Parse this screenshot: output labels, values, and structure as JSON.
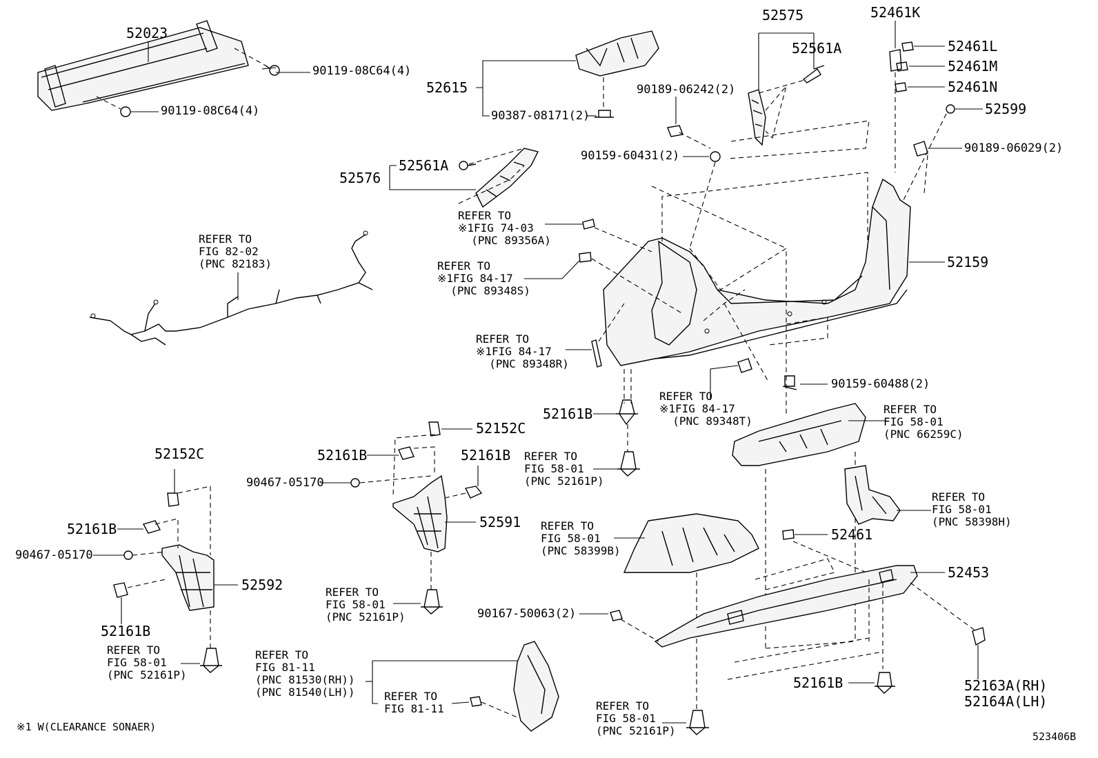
{
  "parts": {
    "p52023": "52023",
    "p90119_a": "90119-08C64(4)",
    "p90119_b": "90119-08C64(4)",
    "p52615": "52615",
    "p90387": "90387-08171(2)",
    "p52575": "52575",
    "p52561A_top": "52561A",
    "p90189_06242": "90189-06242(2)",
    "p90159_60431": "90159-60431(2)",
    "p52461K": "52461K",
    "p52461L": "52461L",
    "p52461M": "52461M",
    "p52461N": "52461N",
    "p52599": "52599",
    "p90189_06029": "90189-06029(2)",
    "p52561A_mid": "52561A",
    "p52576": "52576",
    "p52159": "52159",
    "p90159_60488": "90159-60488(2)",
    "p52161B_center": "52161B",
    "p52152C_mid": "52152C",
    "p52161B_mid": "52161B",
    "p52161B_mid2": "52161B",
    "p90467_mid": "90467-05170",
    "p52591": "52591",
    "p52152C_left": "52152C",
    "p52161B_left": "52161B",
    "p90467_left": "90467-05170",
    "p52592": "52592",
    "p52161B_left2": "52161B",
    "p52461": "52461",
    "p52453": "52453",
    "p90167": "90167-50063(2)",
    "p52161B_bottom": "52161B",
    "p52163A": "52163A(RH)",
    "p52164A": "52164A(LH)"
  },
  "references": {
    "r_82183": "REFER TO\nFIG 82-02\n(PNC 82183)",
    "r_89356A": "REFER TO\n※1FIG 74-03\n  (PNC 89356A)",
    "r_89348S": "REFER TO\n※1FIG 84-17\n  (PNC 89348S)",
    "r_89348R": "REFER TO\n※1FIG 84-17\n  (PNC 89348R)",
    "r_89348T": "REFER TO\n※1FIG 84-17\n  (PNC 89348T)",
    "r_66259C": "REFER TO\nFIG 58-01\n(PNC 66259C)",
    "r_52161P_center": "REFER TO\nFIG 58-01\n(PNC 52161P)",
    "r_58398H": "REFER TO\nFIG 58-01\n(PNC 58398H)",
    "r_58399B": "REFER TO\nFIG 58-01\n(PNC 58399B)",
    "r_52161P_mid": "REFER TO\nFIG 58-01\n(PNC 52161P)",
    "r_52161P_left": "REFER TO\nFIG 58-01\n(PNC 52161P)",
    "r_81530": "REFER TO\nFIG 81-11\n(PNC 81530(RH))\n(PNC 81540(LH))",
    "r_81_11": "REFER TO\nFIG 81-11",
    "r_52161P_bottom": "REFER TO\nFIG 58-01\n(PNC 52161P)"
  },
  "footnote": "※1 W(CLEARANCE SONAER)",
  "figure_code": "523406B"
}
